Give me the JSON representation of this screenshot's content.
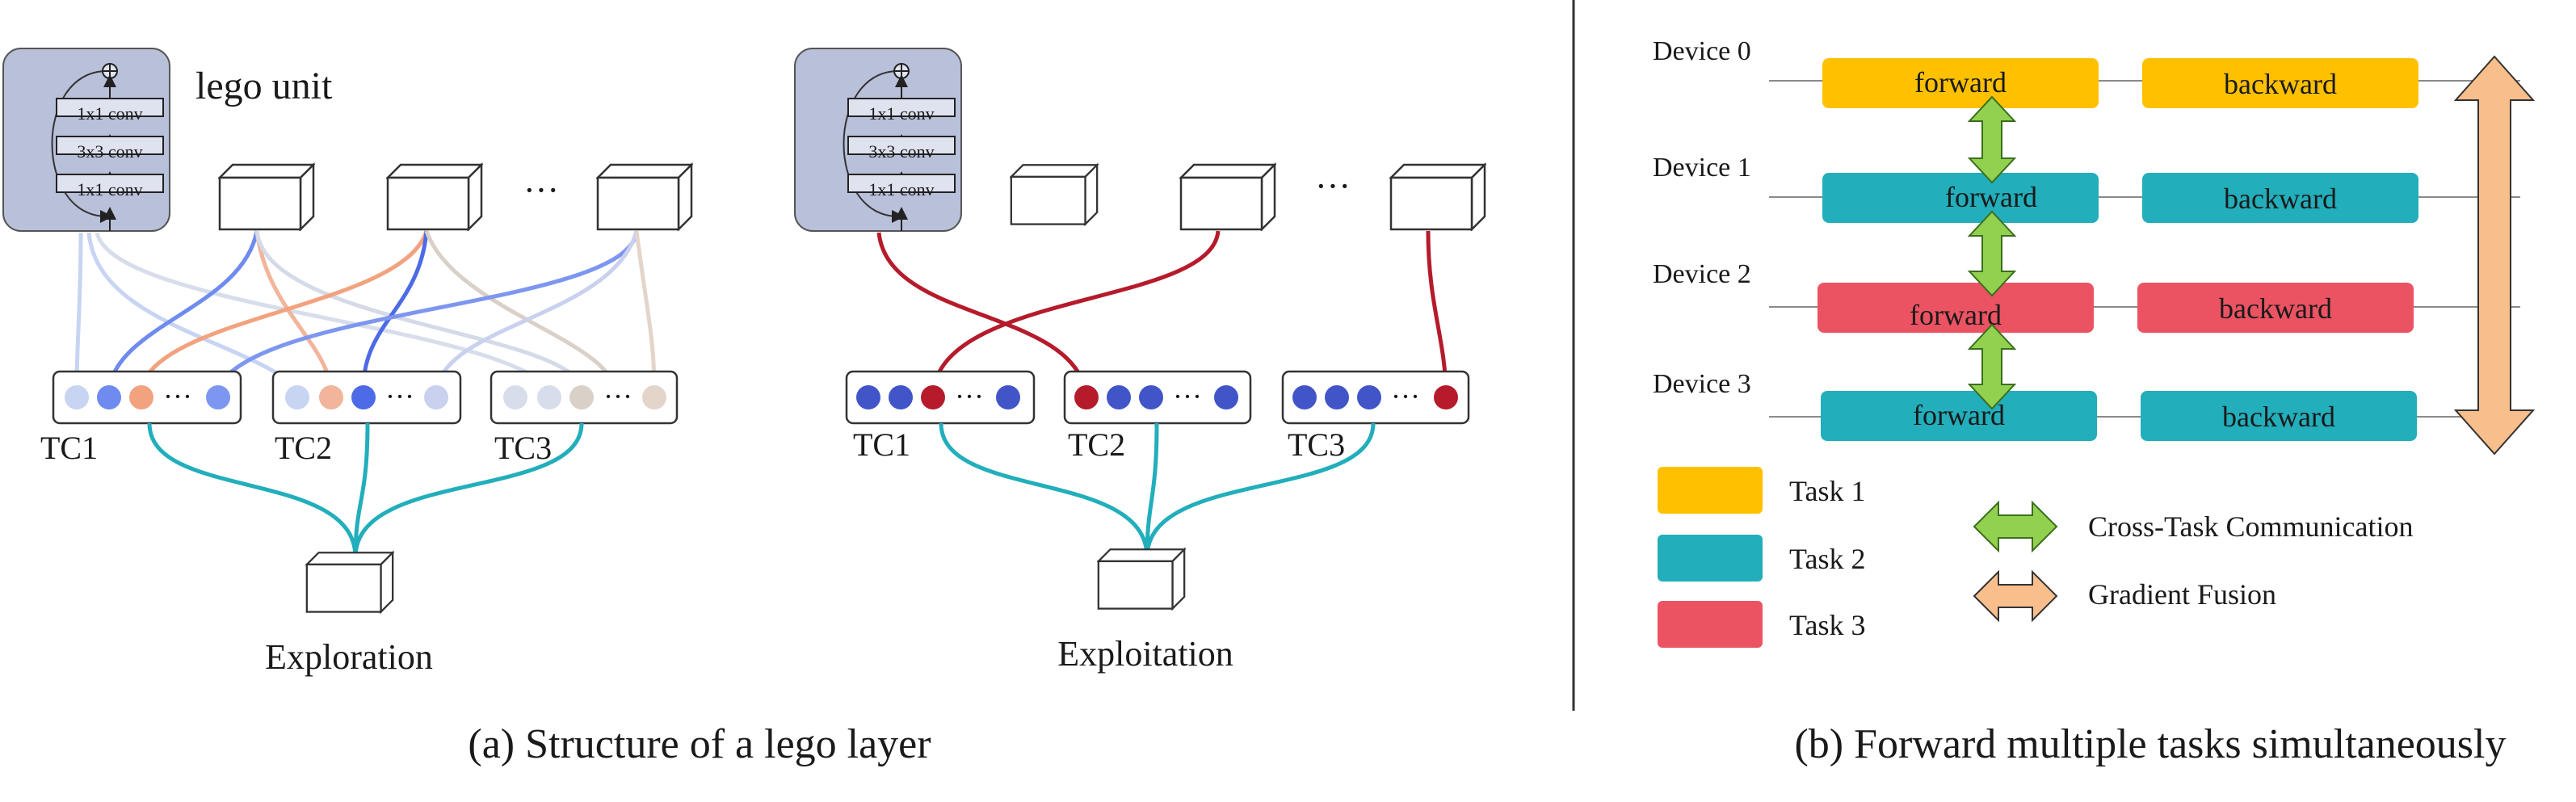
{
  "panel_a": {
    "caption": "(a) Structure of a lego layer",
    "lego_unit_label": "lego unit",
    "conv_layers": [
      "1x1 conv",
      "3x3 conv",
      "1x1 conv"
    ],
    "ellipsis": "···",
    "left": {
      "groups": [
        "TC1",
        "TC2",
        "TC3"
      ],
      "output_label": "Exploration"
    },
    "right": {
      "groups": [
        "TC1",
        "TC2",
        "TC3"
      ],
      "output_label": "Exploitation"
    }
  },
  "panel_b": {
    "caption": "(b) Forward multiple tasks simultaneously",
    "devices": [
      {
        "label": "Device 0",
        "forward": "forward",
        "backward": "backward",
        "color": "#FFC000"
      },
      {
        "label": "Device 1",
        "forward": "forward",
        "backward": "backward",
        "color": "#22AEBB"
      },
      {
        "label": "Device 2",
        "forward": "forward",
        "backward": "backward",
        "color": "#EB5363"
      },
      {
        "label": "Device 3",
        "forward": "forward",
        "backward": "backward",
        "color": "#22AEBB"
      }
    ],
    "legend_tasks": [
      {
        "label": "Task 1",
        "color": "#FFC000"
      },
      {
        "label": "Task 2",
        "color": "#22AEBB"
      },
      {
        "label": "Task 3",
        "color": "#EB5363"
      }
    ],
    "legend_arrows": [
      {
        "label": "Cross-Task Communication",
        "color": "#92D050"
      },
      {
        "label": "Gradient Fusion",
        "color": "#F8BE8C"
      }
    ]
  }
}
